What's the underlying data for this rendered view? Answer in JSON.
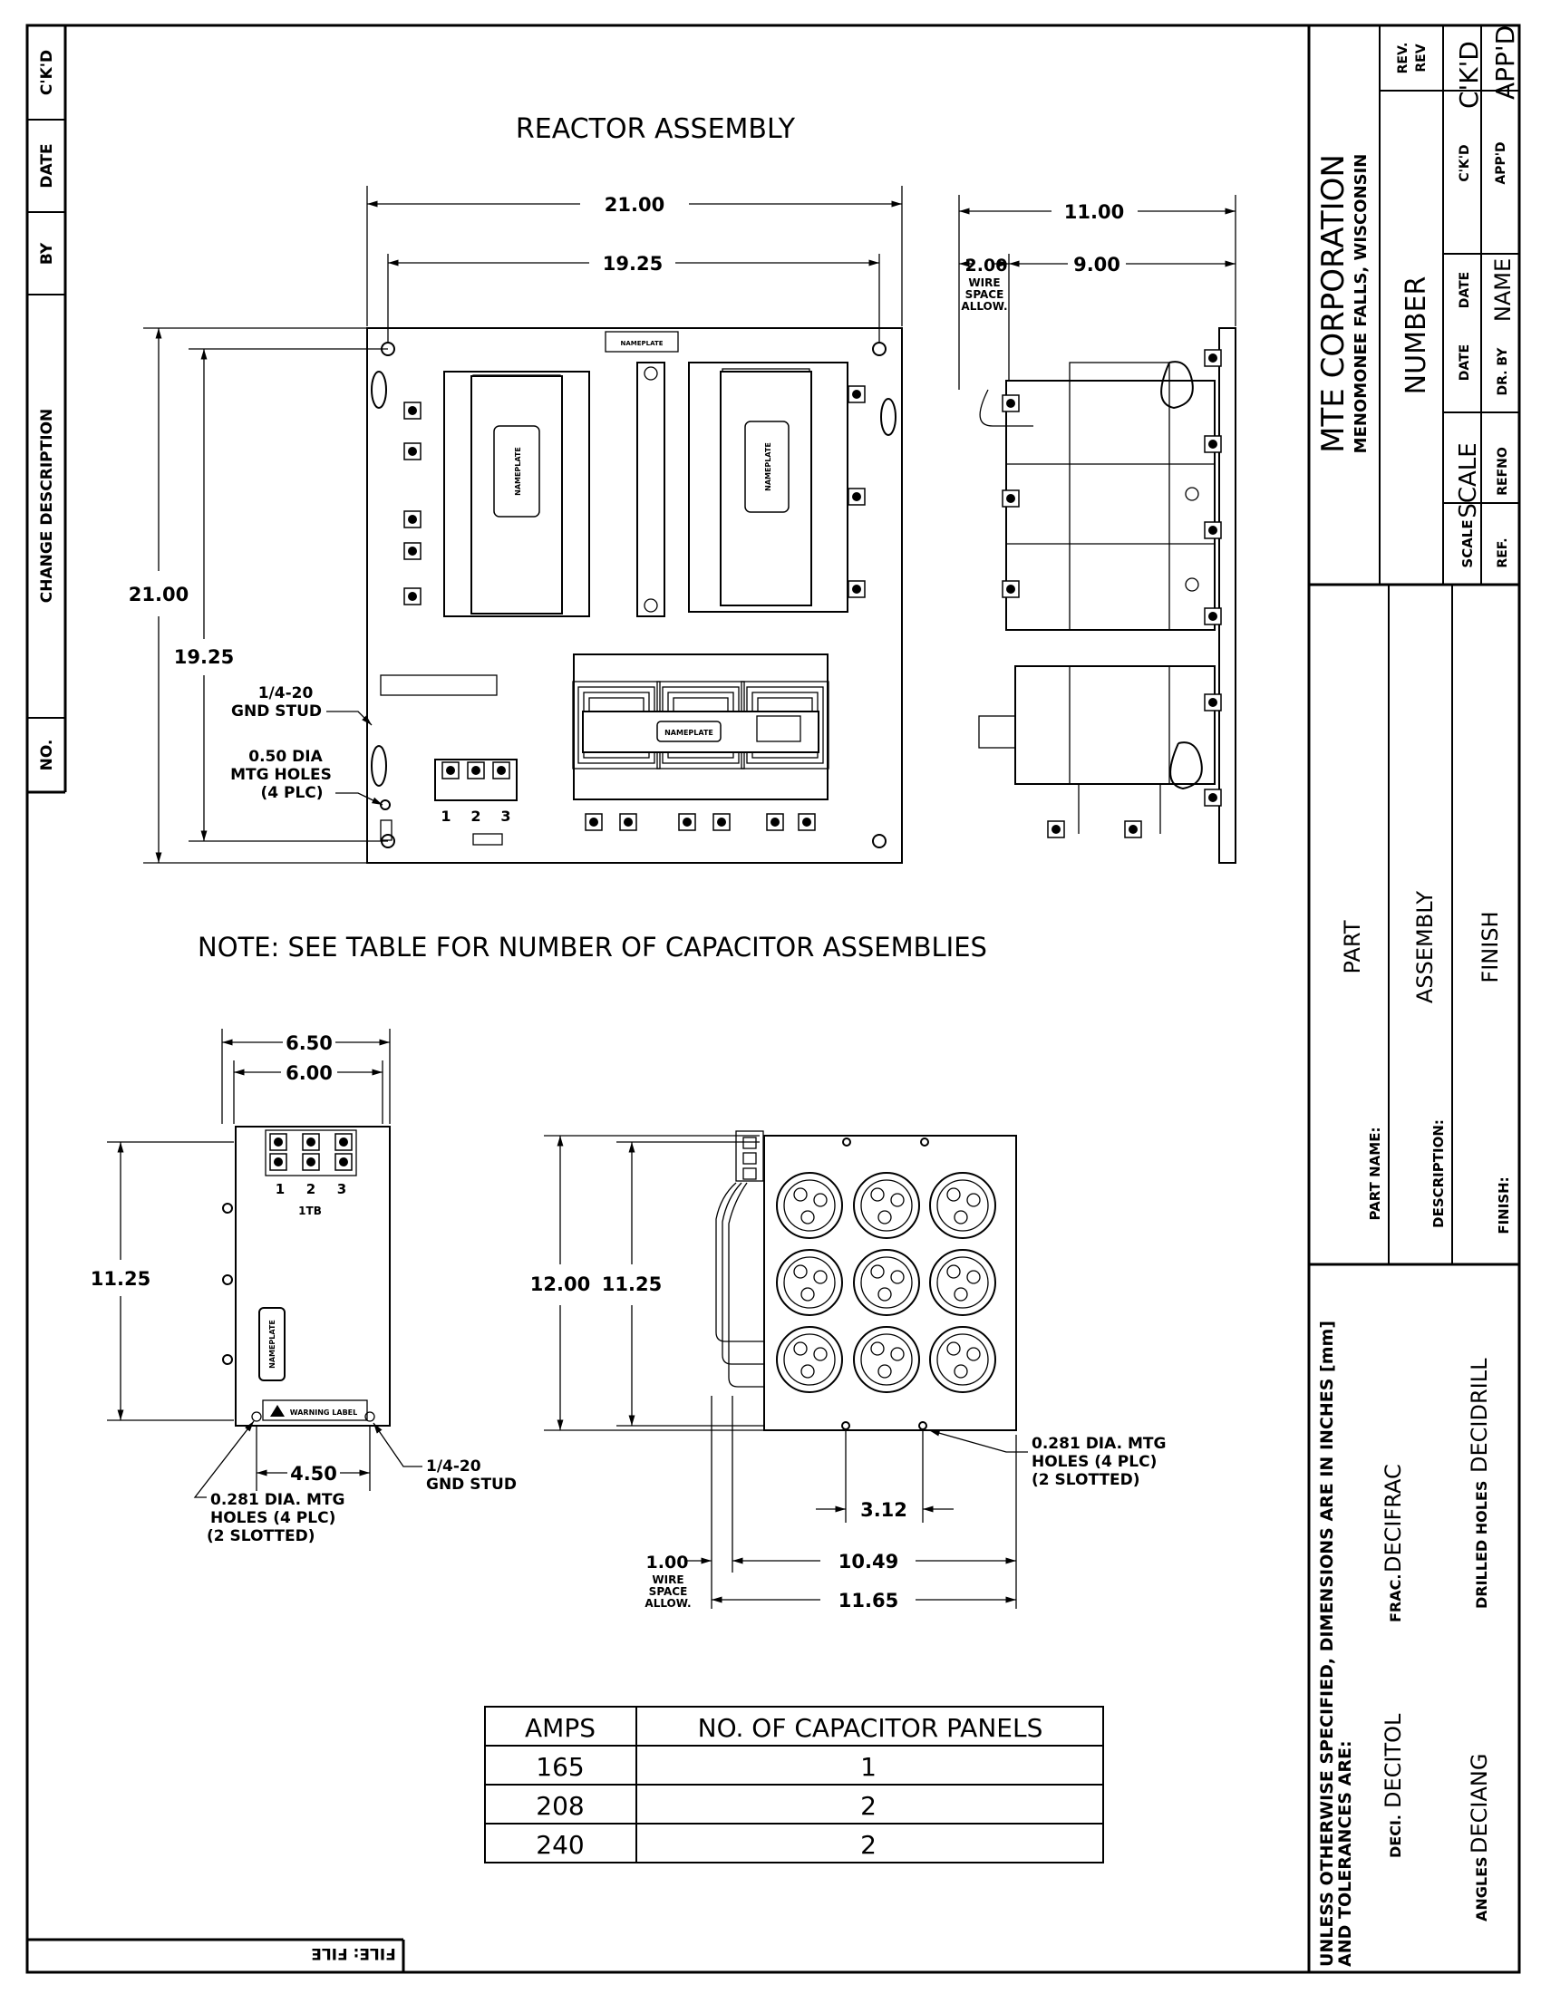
{
  "revision_strip": {
    "headers": [
      "C'K'D",
      "DATE",
      "BY",
      "CHANGE DESCRIPTION",
      "NO."
    ],
    "file_label": "FILE: FILE"
  },
  "reactor": {
    "title": "REACTOR ASSEMBLY",
    "width_outer": "21.00",
    "width_inner": "19.25",
    "height_outer": "21.00",
    "height_inner": "19.25",
    "side_overall": "11.00",
    "side_depth": "9.00",
    "side_wire": "2.00",
    "side_wire_note": [
      "WIRE",
      "SPACE",
      "ALLOW."
    ],
    "gnd_stud": [
      "1/4-20",
      "GND STUD"
    ],
    "mtg_holes": [
      "0.50 DIA",
      "MTG HOLES",
      "(4 PLC)"
    ],
    "nameplate": "NAMEPLATE",
    "terminals": [
      "1",
      "2",
      "3"
    ]
  },
  "note": "NOTE:  SEE  TABLE  FOR  NUMBER  OF  CAPACITOR  ASSEMBLIES",
  "capacitor_front": {
    "width_outer": "6.50",
    "width_inner": "6.00",
    "height": "11.25",
    "hole_spacing": "4.50",
    "terminals": [
      "1",
      "2",
      "3"
    ],
    "tb_label": "1TB",
    "nameplate": "NAMEPLATE",
    "warning": "WARNING LABEL",
    "gnd_stud": [
      "1/4-20",
      "GND  STUD"
    ],
    "mtg_holes": [
      "0.281  DIA.  MTG",
      "HOLES  (4  PLC)",
      "(2  SLOTTED)"
    ]
  },
  "capacitor_side": {
    "height_outer": "12.00",
    "height_inner": "11.25",
    "hole_spacing": "3.12",
    "width_inner": "10.49",
    "width_outer": "11.65",
    "wire_space": "1.00",
    "wire_note": [
      "WIRE",
      "SPACE",
      "ALLOW."
    ],
    "mtg_holes": [
      "0.281  DIA.  MTG",
      "HOLES  (4  PLC)",
      "(2  SLOTTED)"
    ]
  },
  "table": {
    "headers": [
      "AMPS",
      "NO.  OF  CAPACITOR  PANELS"
    ],
    "rows": [
      [
        "165",
        "1"
      ],
      [
        "208",
        "2"
      ],
      [
        "240",
        "2"
      ]
    ]
  },
  "title_block": {
    "company": "MTE  CORPORATION",
    "location": "MENOMONEE  FALLS,  WISCONSIN",
    "number": "NUMBER",
    "scale_label": "SCALE",
    "scale_value": "SCALE",
    "date_label": "DATE",
    "date_value": "DATE",
    "ckd_label": "C'K'D",
    "ckd_value": "C'K'D",
    "rev_label": "REV.",
    "rev_value": "REV",
    "ref_label": "REF.",
    "ref_value": "REFNO",
    "drby_label": "DR.  BY",
    "drby_value": "NAME",
    "appd_label": "APP'D",
    "appd_value": "APP'D",
    "partname_label": "PART  NAME:",
    "partname_value": "PART",
    "description_label": "DESCRIPTION:",
    "description_value": "ASSEMBLY",
    "finish_label": "FINISH:",
    "finish_value": "FINISH",
    "tolerance_line1": "UNLESS  OTHERWISE  SPECIFIED,  DIMENSIONS  ARE  IN  INCHES  [mm]",
    "tolerance_line2": "AND  TOLERANCES  ARE:",
    "deci_label": "DECI.",
    "deci_value": "DECITOL",
    "frac_label": "FRAC.",
    "frac_value": "DECIFRAC",
    "angles_label": "ANGLES",
    "angles_value": "DECIANG",
    "drilled_label": "DRILLED  HOLES",
    "drilled_value": "DECIDRILL"
  }
}
